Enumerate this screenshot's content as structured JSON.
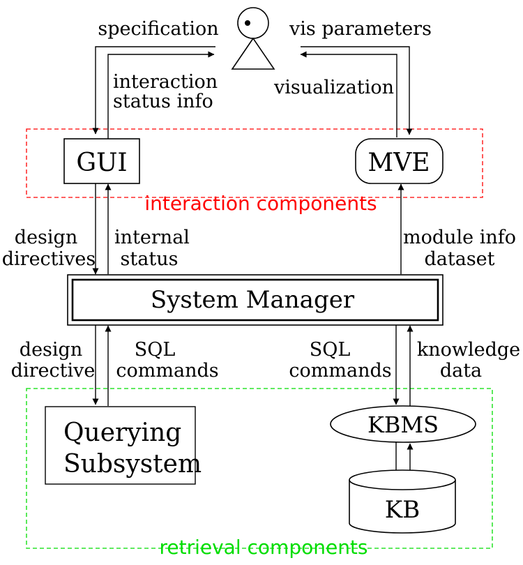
{
  "colors": {
    "interaction": "#ff0000",
    "retrieval": "#00dd00",
    "stroke": "#000000"
  },
  "actor": {
    "icon": "user-actor-icon",
    "specification": "specification",
    "interaction_status_1": "interaction",
    "interaction_status_2": "status info",
    "vis_parameters": "vis parameters",
    "visualization": "visualization"
  },
  "nodes": {
    "gui": "GUI",
    "mve": "MVE",
    "system_manager": "System Manager",
    "querying_1": "Querying",
    "querying_2": "Subsystem",
    "kbms": "KBMS",
    "kb": "KB"
  },
  "groups": {
    "interaction": "interaction components",
    "retrieval": "retrieval components"
  },
  "edges": {
    "design_directives_1": "design",
    "design_directives_2": "directives",
    "internal_status_1": "internal",
    "internal_status_2": "status",
    "module_info_1": "module info",
    "module_info_2": "dataset",
    "design_directive_1": "design",
    "design_directive_2": "directive",
    "sql_left_1": "SQL",
    "sql_left_2": "commands",
    "sql_right_1": "SQL",
    "sql_right_2": "commands",
    "knowledge_1": "knowledge",
    "knowledge_2": "data"
  }
}
